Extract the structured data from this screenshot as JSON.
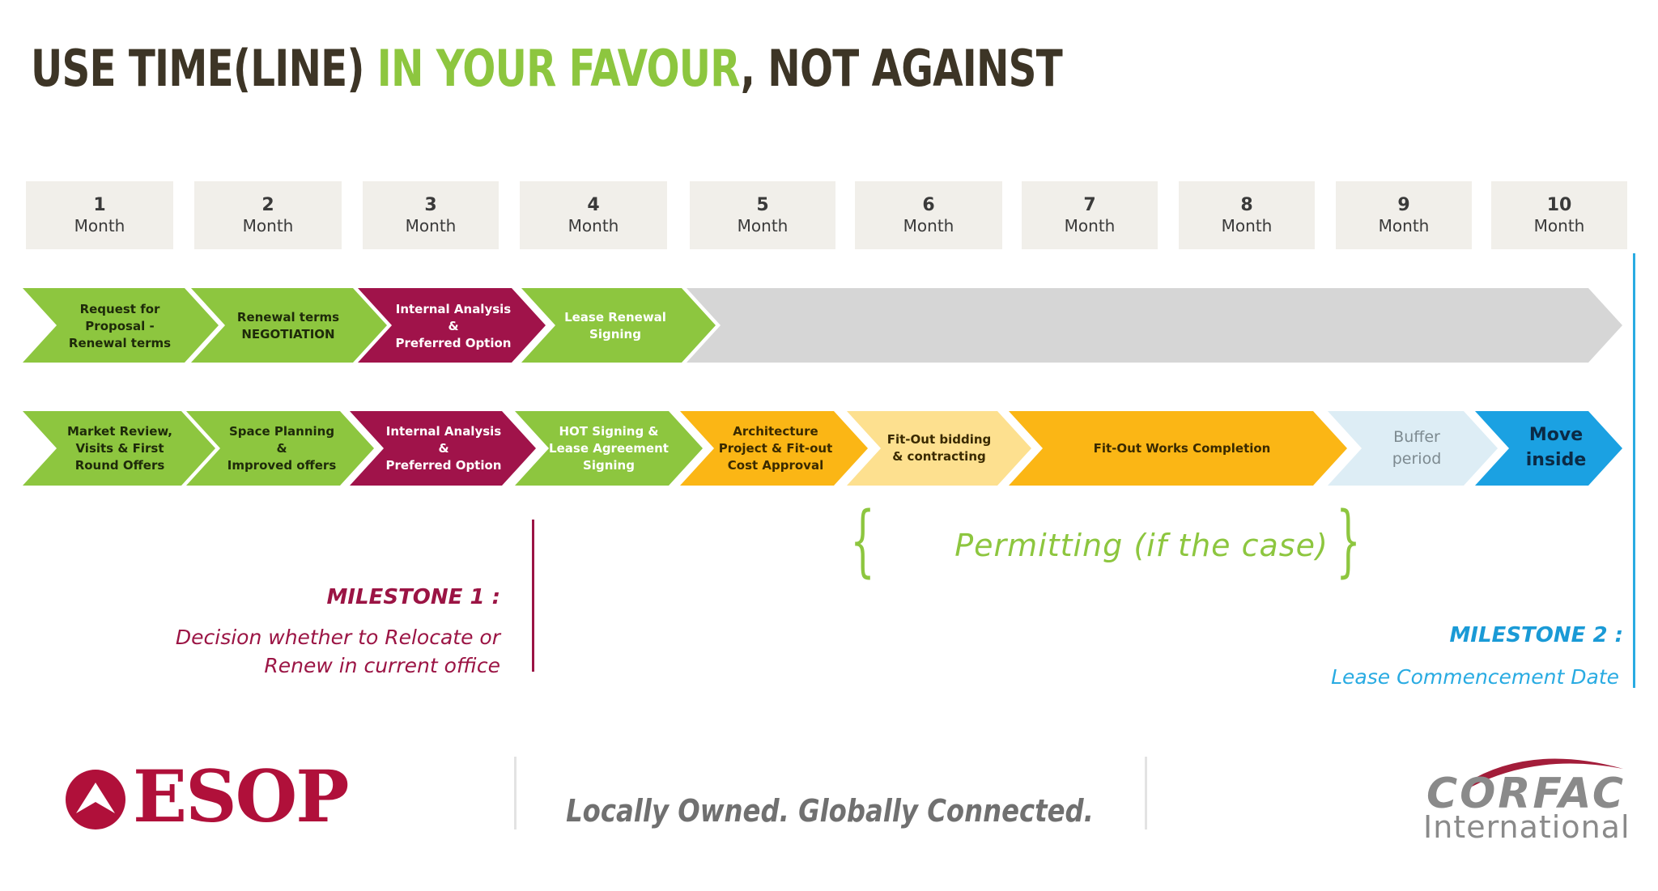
{
  "title": {
    "part1": "USE TIME(LINE) ",
    "highlight": "IN YOUR FAVOUR",
    "part2": ", NOT AGAINST"
  },
  "months": [
    {
      "num": "1",
      "label": "Month"
    },
    {
      "num": "2",
      "label": "Month"
    },
    {
      "num": "3",
      "label": "Month"
    },
    {
      "num": "4",
      "label": "Month"
    },
    {
      "num": "5",
      "label": "Month"
    },
    {
      "num": "6",
      "label": "Month"
    },
    {
      "num": "7",
      "label": "Month"
    },
    {
      "num": "8",
      "label": "Month"
    },
    {
      "num": "9",
      "label": "Month"
    },
    {
      "num": "10",
      "label": "Month"
    }
  ],
  "renewal_track": [
    {
      "text": "Request for\nProposal -\nRenewal terms",
      "color": "#8dc63f",
      "text_color": "#1e2a0a"
    },
    {
      "text": "Renewal terms\nNEGOTIATION",
      "color": "#8dc63f",
      "text_color": "#1e2a0a"
    },
    {
      "text": "Internal Analysis\n&\nPreferred Option",
      "color": "#a0134a",
      "text_color": "#ffffff"
    },
    {
      "text": "Lease Renewal\nSigning",
      "color": "#8dc63f",
      "text_color": "#ffffff"
    },
    {
      "text": "",
      "color": "#d6d6d6",
      "text_color": "#ffffff"
    }
  ],
  "relocation_track": [
    {
      "text": "Market Review,\nVisits & First\nRound Offers",
      "color": "#8dc63f",
      "text_color": "#1e2a0a"
    },
    {
      "text": "Space Planning\n&\nImproved offers",
      "color": "#8dc63f",
      "text_color": "#1e2a0a"
    },
    {
      "text": "Internal Analysis\n&\nPreferred Option",
      "color": "#a0134a",
      "text_color": "#ffffff"
    },
    {
      "text": "HOT Signing &\nLease Agreement\nSigning",
      "color": "#8dc63f",
      "text_color": "#ffffff"
    },
    {
      "text": "Architecture\nProject & Fit-out\nCost Approval",
      "color": "#fbb615",
      "text_color": "#3a2a00"
    },
    {
      "text": "Fit-Out bidding\n& contracting",
      "color": "#fde08f",
      "text_color": "#3a2a00"
    },
    {
      "text": "Fit-Out Works Completion",
      "color": "#fbb615",
      "text_color": "#3a2a00"
    },
    {
      "text": "Buffer\nperiod",
      "color": "#ddedf5",
      "text_color": "#7d8a90"
    },
    {
      "text": "Move\ninside",
      "color": "#1ba1e2",
      "text_color": "#0b2a45"
    }
  ],
  "permitting": "Permitting (if the case)",
  "milestone1": {
    "title": "MILESTONE 1 :",
    "text": "Decision whether to Relocate or\nRenew in current office"
  },
  "milestone2": {
    "title": "MILESTONE 2 :",
    "text": "Lease Commencement Date"
  },
  "footer": {
    "esop_logo": "ESOP",
    "tagline": "Locally Owned. Globally Connected.",
    "corfac_logo": "CORFAC",
    "corfac_sub": "International"
  },
  "colors": {
    "green": "#8dc63f",
    "maroon": "#a0134a",
    "orange": "#fbb615",
    "light_orange": "#fde08f",
    "blue": "#1ba1e2",
    "grey": "#d6d6d6"
  }
}
